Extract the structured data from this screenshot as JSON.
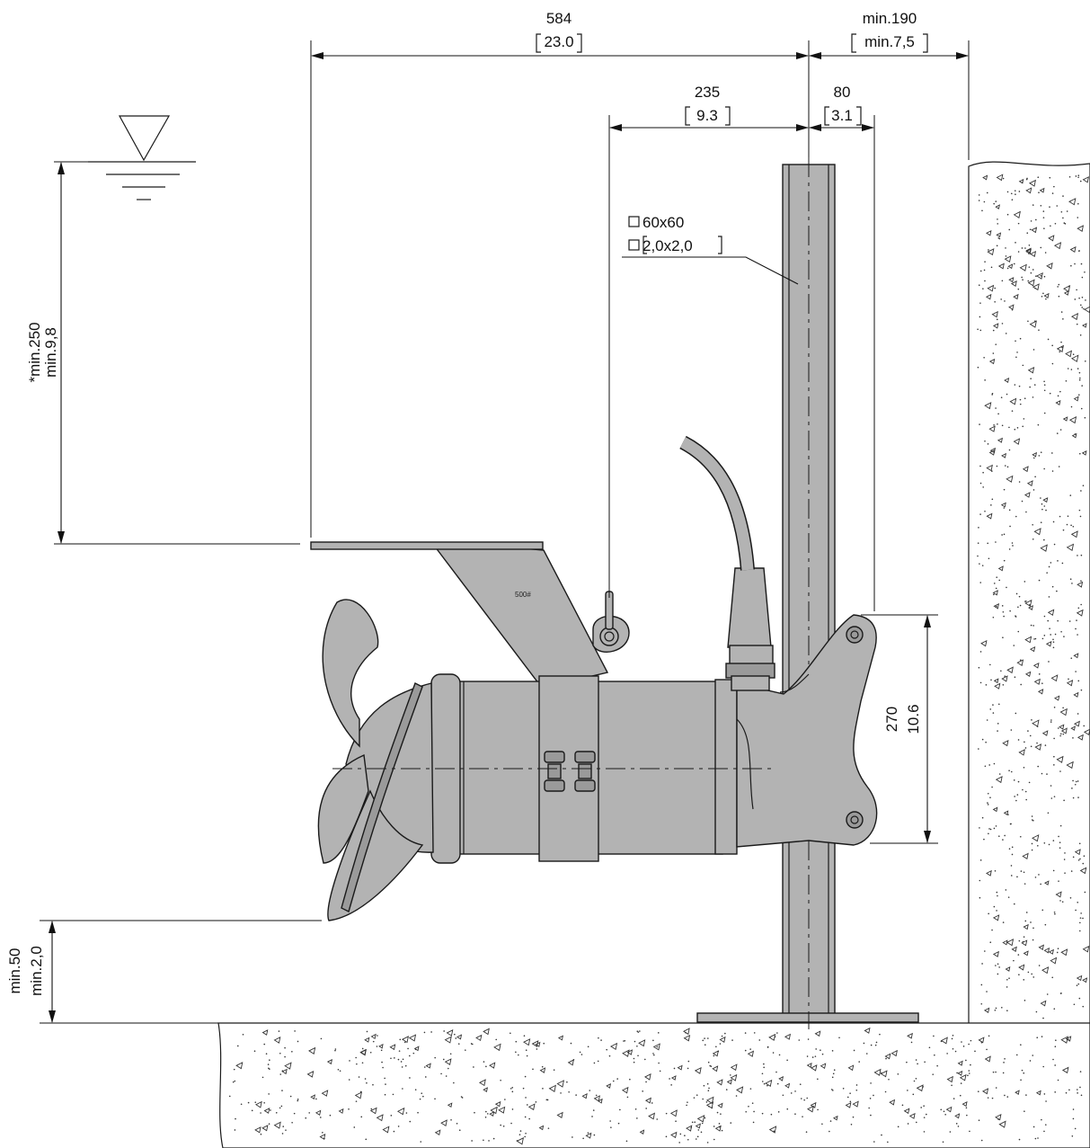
{
  "dimensions": {
    "overall_width": {
      "value": "584",
      "alt": "23.0"
    },
    "wall_clearance": {
      "value": "min.190",
      "alt": "min.7,5"
    },
    "handle_to_rail": {
      "value": "235",
      "alt": "9.3"
    },
    "rail_to_bracket": {
      "value": "80",
      "alt": "3.1"
    },
    "rail_section": {
      "value": "60x60",
      "alt": "2,0x2,0"
    },
    "submergence": {
      "value": "*min.250",
      "alt": "min.9,8"
    },
    "bracket_height": {
      "value": "270",
      "alt": "10.6"
    },
    "floor_clearance": {
      "value": "min.50",
      "alt": "min.2,0"
    }
  },
  "labels": {
    "plate_marking": "500#"
  },
  "icons": {
    "water_level": "water-level-icon",
    "square_section": "square-section-icon"
  }
}
